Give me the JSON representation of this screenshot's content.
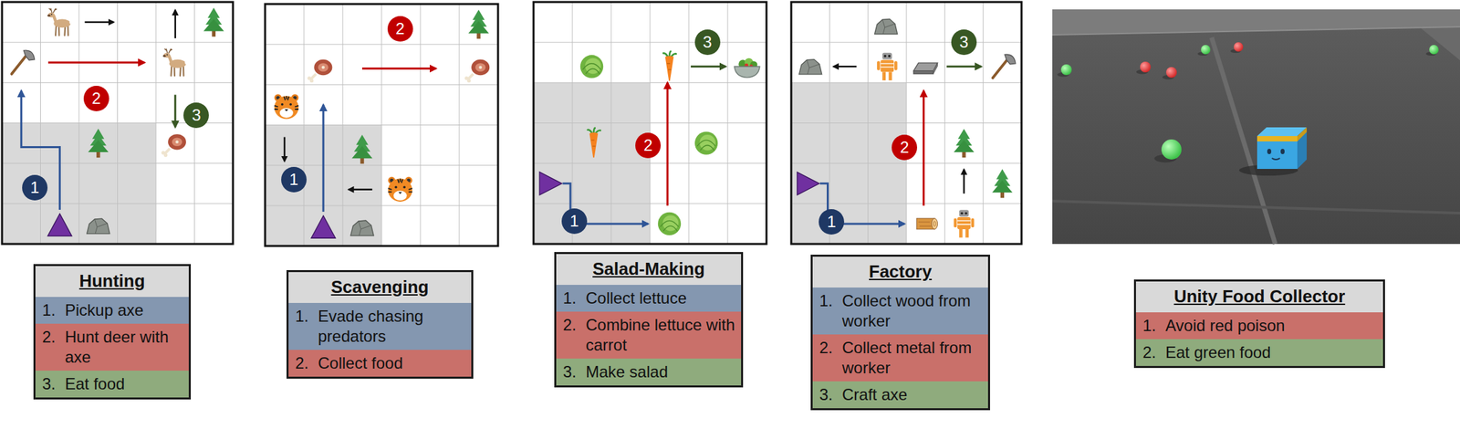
{
  "diagram": {
    "nodes": [
      {
        "text": [
          "Hunting"
        ]
      },
      {
        "text": [
          "1.",
          "Pickup axe"
        ],
        "in": 0
      },
      {
        "text": [
          "2.",
          "Hunt deer with axe"
        ],
        "in": 0
      },
      {
        "text": [
          "3.",
          "Eat food"
        ],
        "in": 0
      },
      {
        "text": [
          "Scavenging"
        ]
      },
      {
        "text": [
          "1.",
          "Evade chasing predators"
        ],
        "in": 4
      },
      {
        "text": [
          "2.",
          "Collect food"
        ],
        "in": 4
      },
      {
        "text": [
          "Salad-Making"
        ]
      },
      {
        "text": [
          "1.",
          "Collect lettuce"
        ],
        "in": 7
      },
      {
        "text": [
          "2.",
          "Combine lettuce with carrot"
        ],
        "in": 7
      },
      {
        "text": [
          "3.",
          "Make salad"
        ],
        "in": 7
      },
      {
        "text": [
          "Factory"
        ]
      },
      {
        "text": [
          "1.",
          "Collect wood from worker"
        ],
        "in": 11
      },
      {
        "text": [
          "2.",
          "Collect metal from worker"
        ],
        "in": 11
      },
      {
        "text": [
          "3.",
          "Craft axe"
        ],
        "in": 11
      },
      {
        "text": [
          "Unity Food Collector"
        ]
      },
      {
        "text": [
          "1.",
          "Avoid red poison"
        ],
        "in": 15
      },
      {
        "text": [
          "2.",
          "Eat green food"
        ],
        "in": 15
      }
    ],
    "labels": [
      "1",
      "2",
      "3",
      "1",
      "2",
      "1",
      "2",
      "3",
      "1",
      "2",
      "3"
    ]
  }
}
